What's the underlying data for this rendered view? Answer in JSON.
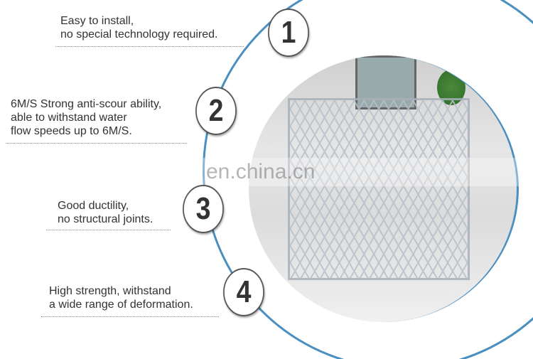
{
  "features": [
    {
      "number": "1",
      "line1": "Easy to install,",
      "line2": "no special technology required.",
      "line3": ""
    },
    {
      "number": "2",
      "line1": "6M/S Strong anti-scour ability,",
      "line2": "able to withstand water",
      "line3": "flow speeds up to 6M/S."
    },
    {
      "number": "3",
      "line1": "Good ductility,",
      "line2": "no structural joints.",
      "line3": ""
    },
    {
      "number": "4",
      "line1": "High strength, withstand",
      "line2": "a wide range of deformation.",
      "line3": ""
    }
  ],
  "watermark": "en.china.cn",
  "colors": {
    "arc": "#4a8fc0",
    "text": "#333333"
  }
}
